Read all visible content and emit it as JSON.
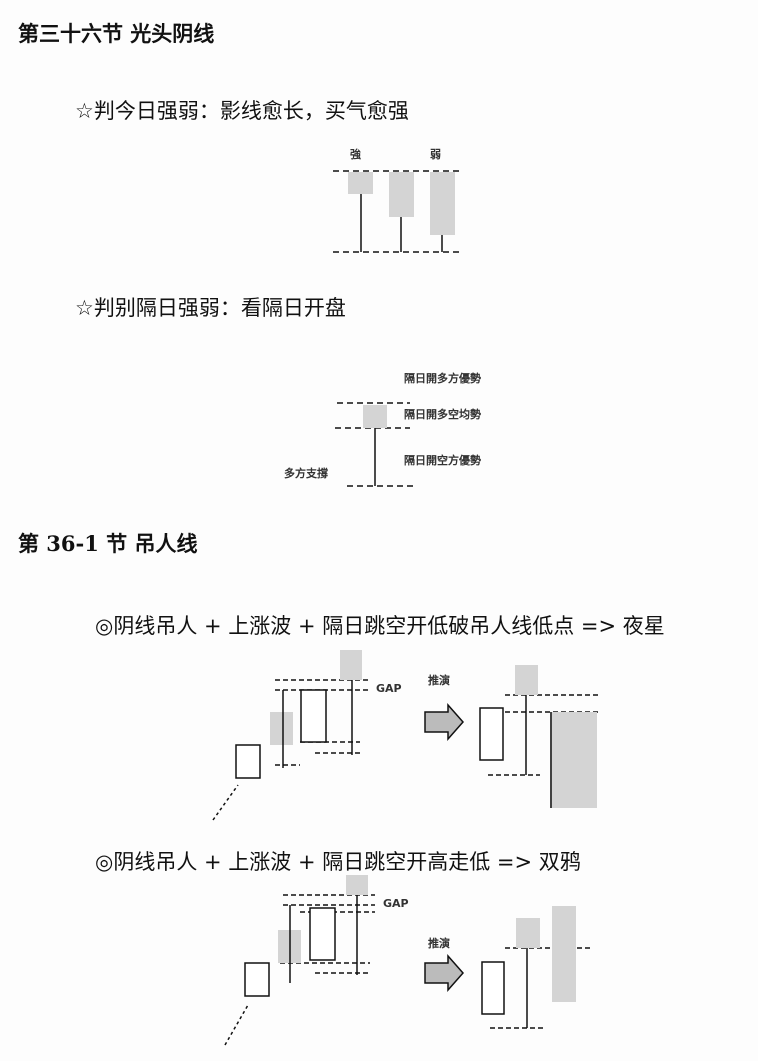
{
  "section1": {
    "title": "第三十六节 光头阴线",
    "bullet1": "☆判今日强弱：影线愈长，买气愈强",
    "fig1": {
      "strong_label": "強",
      "weak_label": "弱"
    },
    "bullet2": "☆判别隔日强弱：看隔日开盘",
    "fig2": {
      "label_top": "隔日開多方優勢",
      "label_mid": "隔日開多空均勢",
      "label_bottom": "隔日開空方優勢",
      "label_support": "多方支撐"
    }
  },
  "section2": {
    "title": "第 36-1 节 吊人线",
    "bullet1": "◎阴线吊人 + 上涨波 + 隔日跳空开低破吊人线低点 => 夜星",
    "fig3": {
      "gap_label": "GAP",
      "deduce_label": "推演"
    },
    "bullet2": "◎阴线吊人 + 上涨波 + 隔日跳空开高走低 => 双鸦",
    "fig4": {
      "gap_label": "GAP",
      "deduce_label": "推演"
    }
  },
  "colors": {
    "gray_candle": "#d4d4d4",
    "ink": "#111111"
  }
}
